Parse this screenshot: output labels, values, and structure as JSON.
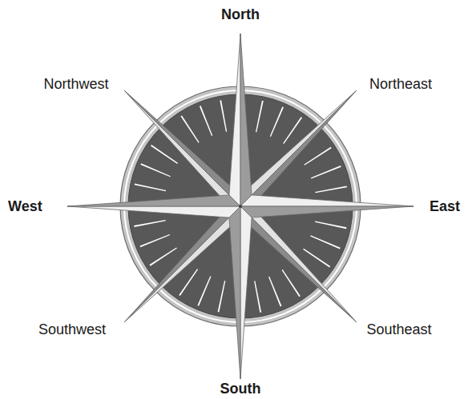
{
  "diagram": {
    "labels": [
      "North",
      "Northwest",
      "Northeast",
      "West",
      "East",
      "Southwest",
      "Southeast",
      "South"
    ]
  }
}
